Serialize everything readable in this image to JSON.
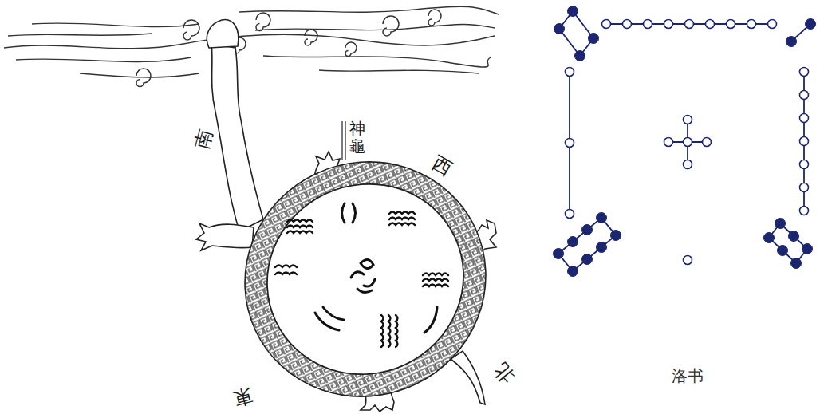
{
  "diagram": {
    "labels": [
      "南",
      "神龜",
      "西",
      "北",
      "東",
      "洛书"
    ]
  }
}
